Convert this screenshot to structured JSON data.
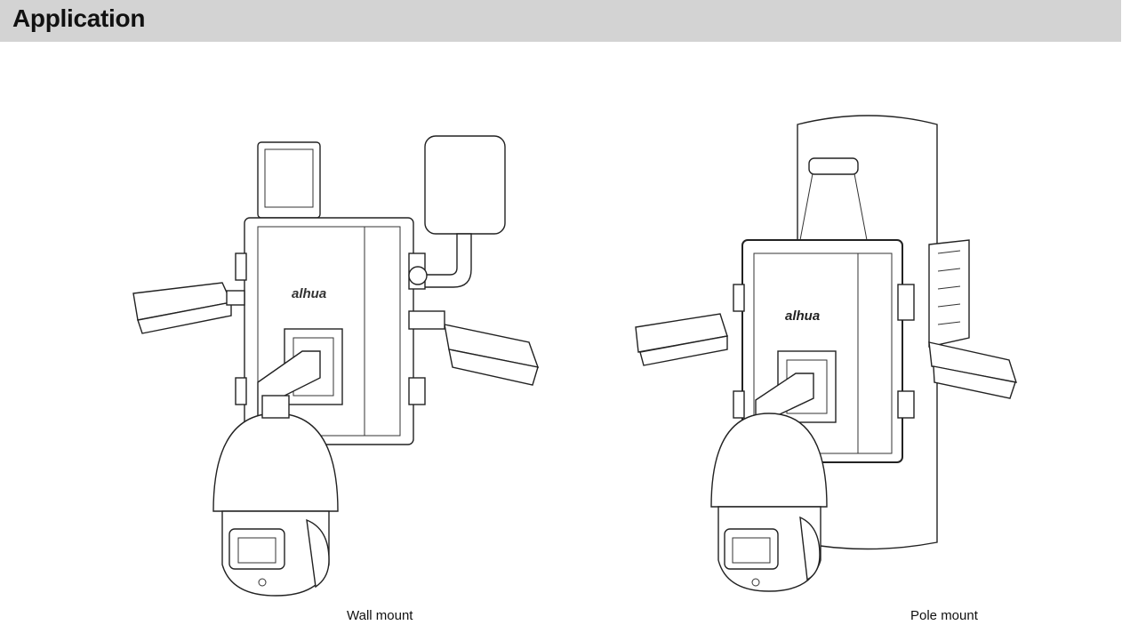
{
  "header": {
    "title": "Application"
  },
  "figures": [
    {
      "caption": "Wall mount",
      "logo": "alhua"
    },
    {
      "caption": "Pole mount",
      "logo": "alhua"
    }
  ]
}
